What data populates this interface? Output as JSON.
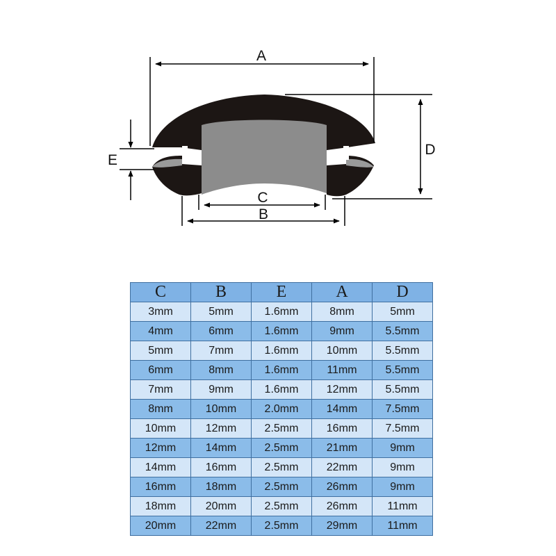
{
  "diagram": {
    "labels": {
      "a": "A",
      "b": "B",
      "c": "C",
      "d": "D",
      "e": "E"
    },
    "colors": {
      "grommet_cap": "#1c1614",
      "grommet_body": "#8c8c8c",
      "dimension_line": "#000000"
    }
  },
  "table": {
    "headers": [
      "C",
      "B",
      "E",
      "A",
      "D"
    ],
    "rows": [
      [
        "3mm",
        "5mm",
        "1.6mm",
        "8mm",
        "5mm"
      ],
      [
        "4mm",
        "6mm",
        "1.6mm",
        "9mm",
        "5.5mm"
      ],
      [
        "5mm",
        "7mm",
        "1.6mm",
        "10mm",
        "5.5mm"
      ],
      [
        "6mm",
        "8mm",
        "1.6mm",
        "11mm",
        "5.5mm"
      ],
      [
        "7mm",
        "9mm",
        "1.6mm",
        "12mm",
        "5.5mm"
      ],
      [
        "8mm",
        "10mm",
        "2.0mm",
        "14mm",
        "7.5mm"
      ],
      [
        "10mm",
        "12mm",
        "2.5mm",
        "16mm",
        "7.5mm"
      ],
      [
        "12mm",
        "14mm",
        "2.5mm",
        "21mm",
        "9mm"
      ],
      [
        "14mm",
        "16mm",
        "2.5mm",
        "22mm",
        "9mm"
      ],
      [
        "16mm",
        "18mm",
        "2.5mm",
        "26mm",
        "9mm"
      ],
      [
        "18mm",
        "20mm",
        "2.5mm",
        "26mm",
        "11mm"
      ],
      [
        "20mm",
        "22mm",
        "2.5mm",
        "29mm",
        "11mm"
      ]
    ],
    "colors": {
      "header": "#7fb2e5",
      "row_light": "#d4e6f8",
      "row_dark": "#8bbce9",
      "border": "#3f6fa0"
    }
  }
}
